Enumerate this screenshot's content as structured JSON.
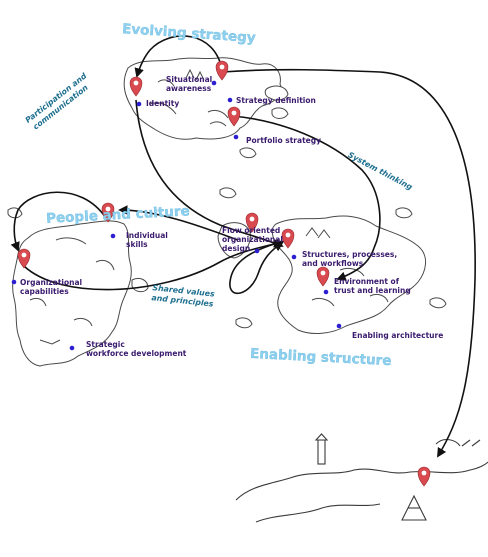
{
  "regions": {
    "evolving_strategy": "Evolving strategy",
    "people_and_culture": "People and culture",
    "enabling_structure": "Enabling structure"
  },
  "themes": {
    "participation": [
      "Participation and",
      "communication"
    ],
    "system_thinking": "System thinking",
    "shared_values": [
      "Shared values",
      "and principles"
    ]
  },
  "locations": {
    "situational_awareness": [
      "Situational",
      "awareness"
    ],
    "identity": "Identity",
    "strategy_definition": "Strategy definition",
    "portfolio_strategy": "Portfolio strategy",
    "individual_skills": [
      "Individual",
      "skills"
    ],
    "organizational_capabilities": [
      "Organizational",
      "capabilities"
    ],
    "strategic_workforce": [
      "Strategic",
      "workforce development"
    ],
    "flow_oriented": [
      "Flow oriented",
      "organizational",
      "design"
    ],
    "structures_processes": [
      "Structures, processes,",
      "and workflows"
    ],
    "environment_trust": [
      "Environment of",
      "trust and learning"
    ],
    "enabling_architecture": "Enabling architecture"
  },
  "colors": {
    "marker": "#d84a4f",
    "dot": "#2b1fd1",
    "region_title": "#8fd0ee",
    "theme_text": "#1d6f8f",
    "location_text": "#3a1b6e"
  }
}
